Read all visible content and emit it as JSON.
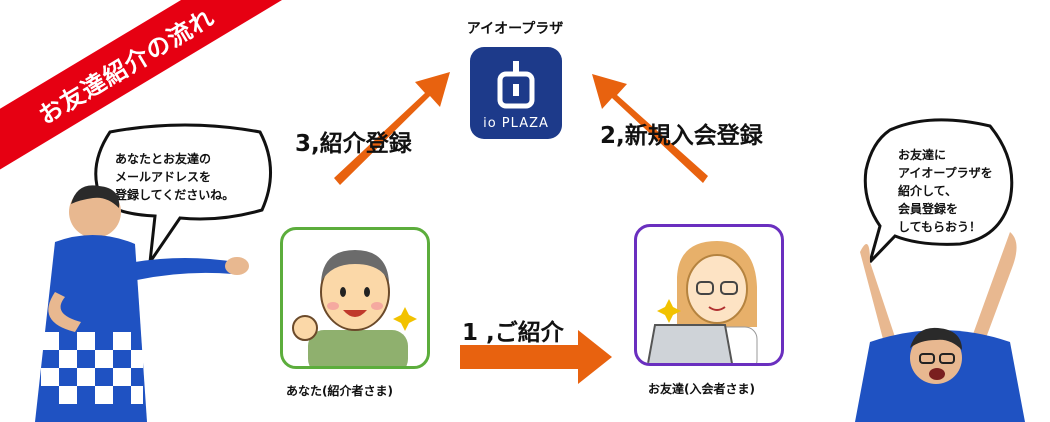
{
  "banner": "お友達紹介の流れ",
  "brand_title": "アイオープラザ",
  "logo_text": "io PLAZA",
  "step3": "3,紹介登録",
  "step2": "2,新規入会登録",
  "step1": "1 ,ご紹介",
  "caption_you": "あなた(紹介者さま)",
  "caption_friend": "お友達(入会者さま)",
  "bubble_left": "あなたとお友達の\nメールアドレスを\n登録してくださいね。",
  "bubble_right": "お友達に\nアイオープラザを\n紹介して、\n会員登録を\nしてもらおう！",
  "colors": {
    "banner": "#e60012",
    "arrow": "#e8620f",
    "logo": "#1d3a8a",
    "card_you_border": "#5cad3c",
    "card_friend_border": "#6a2fbf",
    "happi_blue": "#1f52c2"
  }
}
